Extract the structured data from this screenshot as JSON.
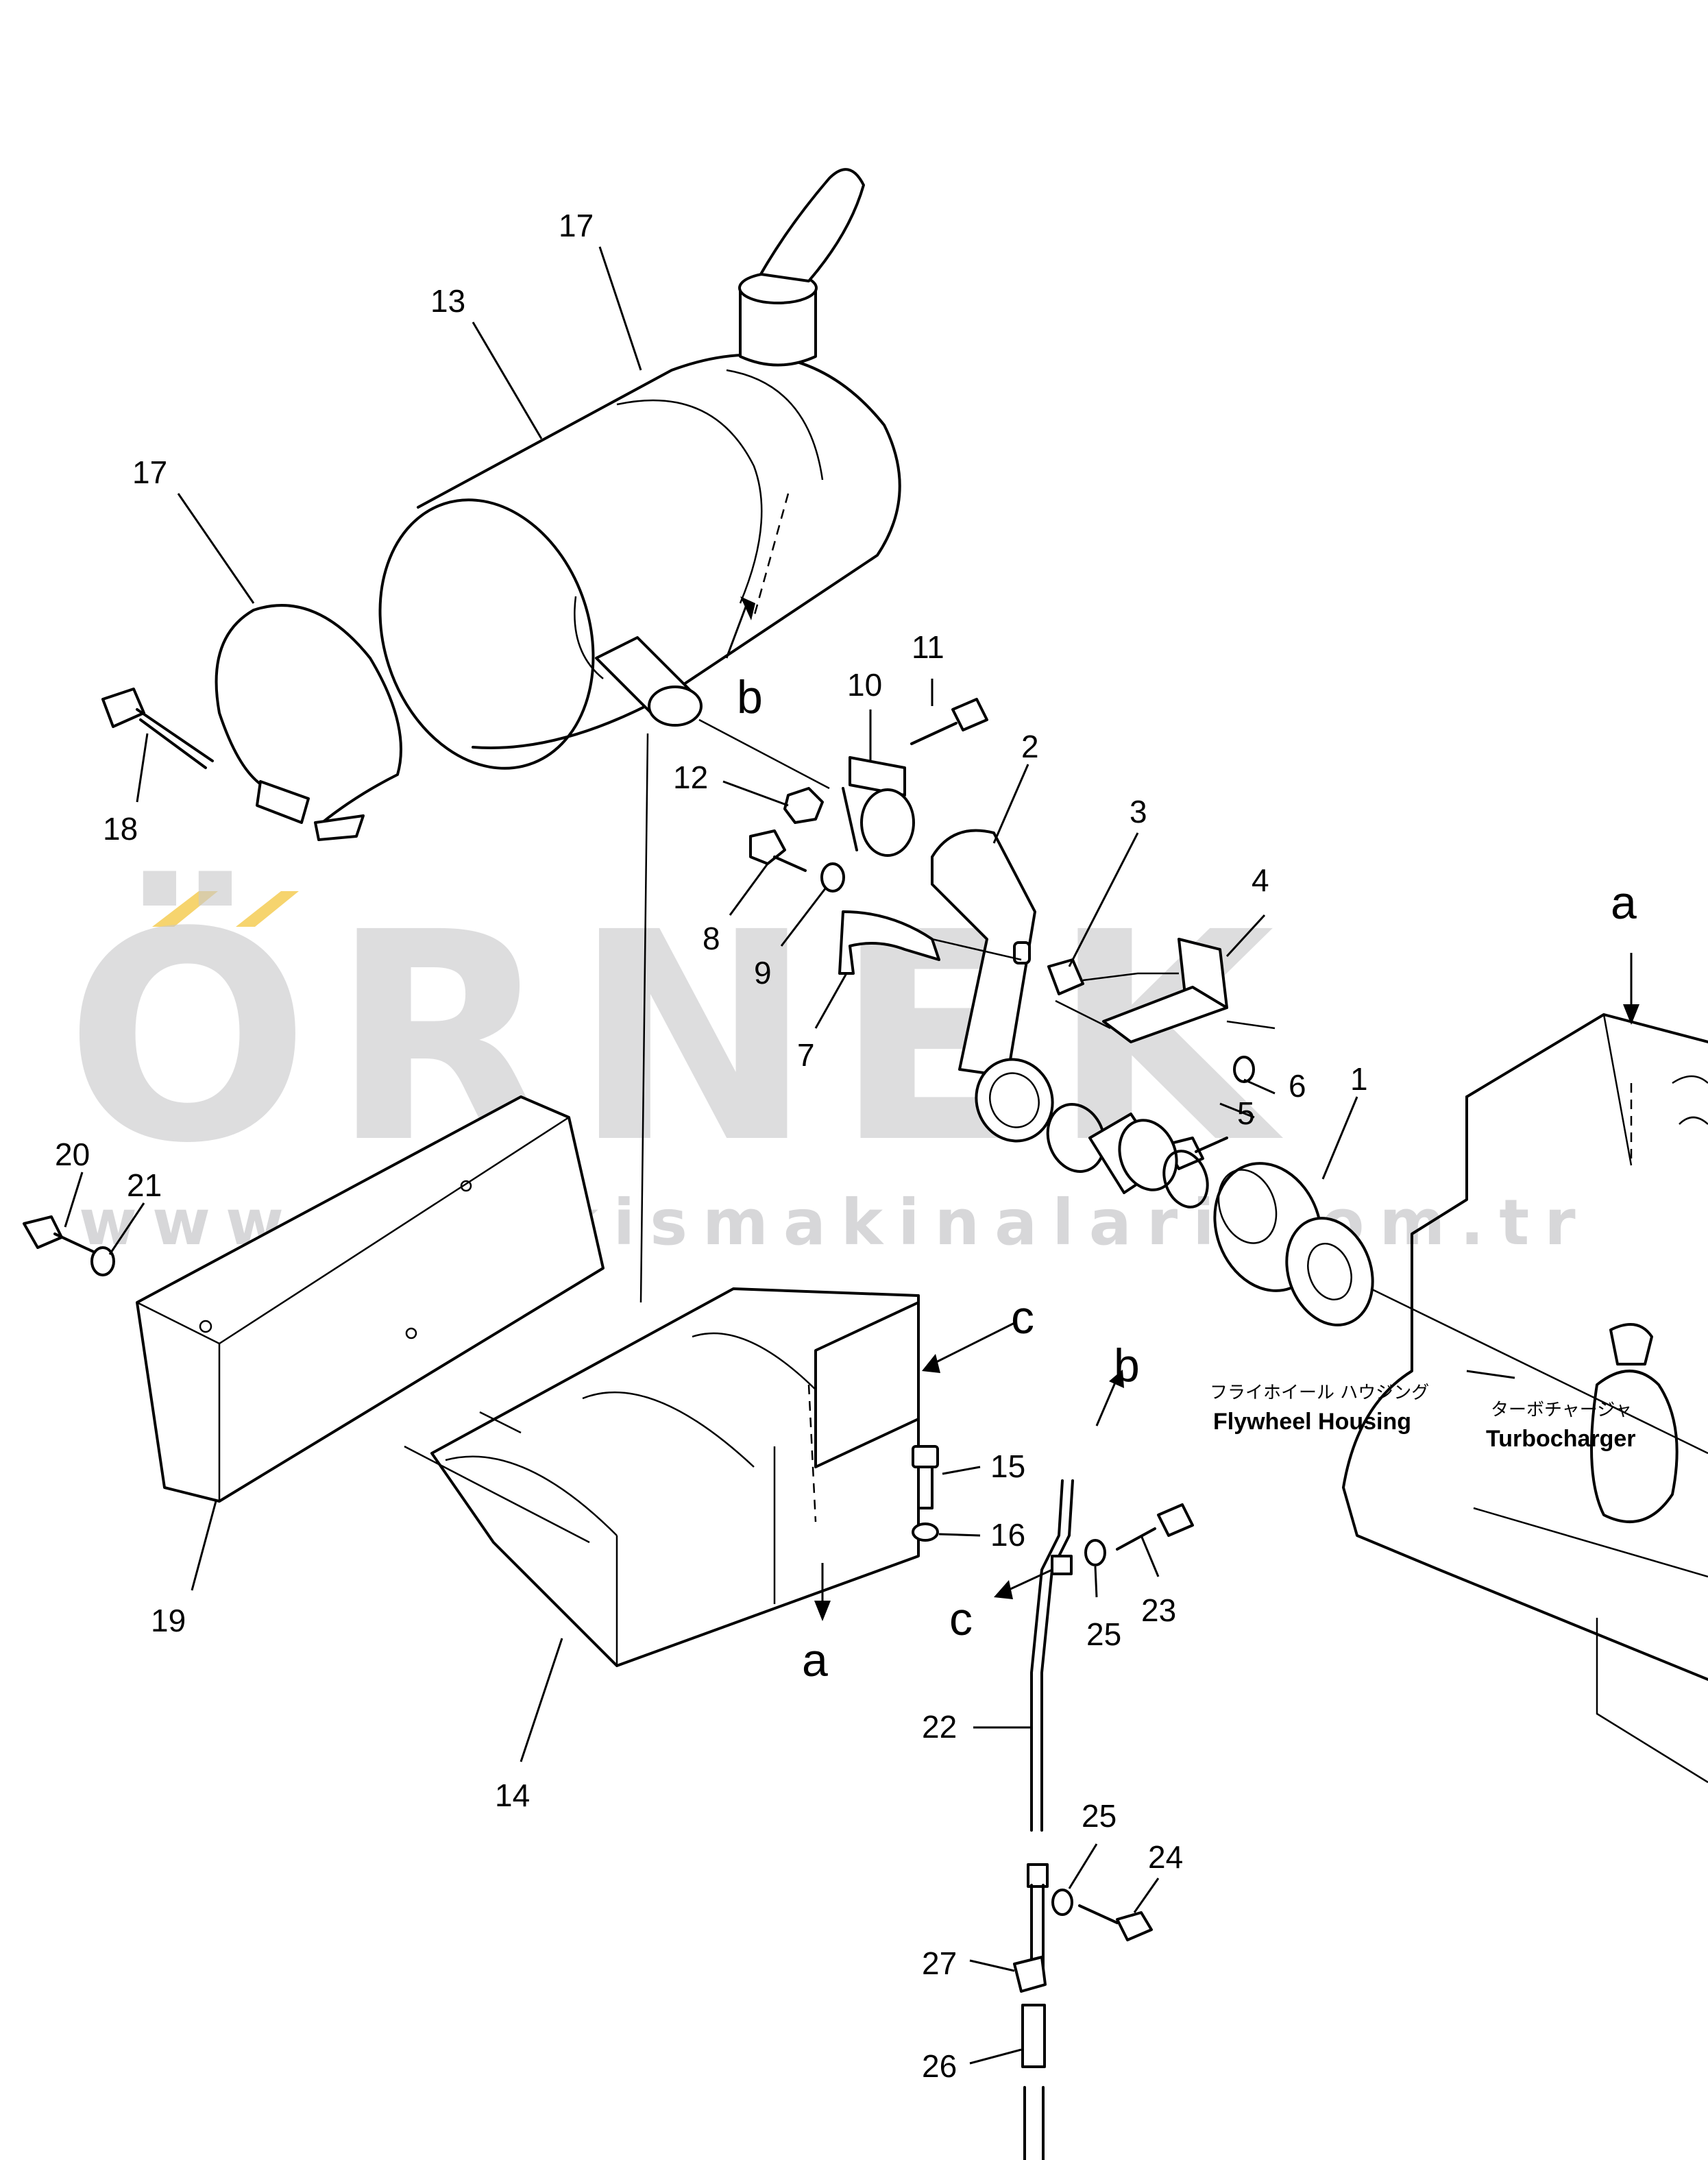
{
  "watermark": {
    "logo": "ÖRNEK",
    "url": "www.ornekismakinalari.com.tr",
    "accent_color": "#f5cc55"
  },
  "part_numbers": {
    "n1": "1",
    "n2": "2",
    "n3": "3",
    "n4": "4",
    "n5": "5",
    "n6": "6",
    "n7": "7",
    "n8": "8",
    "n9": "9",
    "n10": "10",
    "n11": "11",
    "n12": "12",
    "n13": "13",
    "n14": "14",
    "n15": "15",
    "n16": "16",
    "n17a": "17",
    "n17b": "17",
    "n18": "18",
    "n19": "19",
    "n20": "20",
    "n21": "21",
    "n22": "22",
    "n23": "23",
    "n24": "24",
    "n25a": "25",
    "n25b": "25",
    "n26": "26",
    "n27": "27"
  },
  "refs": {
    "a_top": "a",
    "a_bottom": "a",
    "b_muffler": "b",
    "b_pipe": "b",
    "c_bracket": "c",
    "c_pipe": "c"
  },
  "labels": {
    "flywheel_jp": "フライホイール ハウジング",
    "flywheel_en": "Flywheel Housing",
    "turbo_jp": "ターボチャージャ",
    "turbo_en": "Turbocharger"
  }
}
